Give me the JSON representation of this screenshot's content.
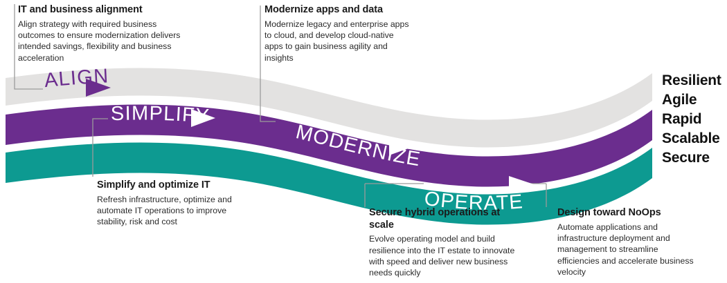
{
  "colors": {
    "align_band": "#E3E2E1",
    "simplify_band": "#6B2D8E",
    "operate_band": "#0D9A91",
    "align_label": "#6B2D8E",
    "white_label": "#FFFFFF",
    "leader_line": "#9B9B9B",
    "text": "#1B1B1B"
  },
  "bands": [
    {
      "id": "align",
      "label": "ALIGN",
      "arrow": "triangle-right-icon",
      "label_color": "#6B2D8E",
      "band_color": "#E3E2E1"
    },
    {
      "id": "simplify",
      "label": "SIMPLIFY",
      "arrow": "triangle-right-icon",
      "label_color": "#FFFFFF",
      "band_color": "#6B2D8E"
    },
    {
      "id": "modernize",
      "label": "MODERNIZE",
      "arrow": "triangle-right-icon",
      "label_color": "#FFFFFF",
      "band_color": "#6B2D8E"
    },
    {
      "id": "operate",
      "label": "OPERATE",
      "arrow": "triangle-right-icon",
      "label_color": "#FFFFFF",
      "band_color": "#0D9A91"
    }
  ],
  "callouts": {
    "align": {
      "title": "IT and business alignment",
      "body": "Align strategy with required business outcomes to ensure modernization delivers intended savings, flexibility and business acceleration"
    },
    "modernize": {
      "title": "Modernize apps and data",
      "body": "Modernize legacy and enterprise apps to cloud, and develop cloud-native apps to gain business agility and insights"
    },
    "simplify": {
      "title": "Simplify and optimize IT",
      "body": "Refresh infrastructure, optimize and automate IT operations to improve stability, risk and cost"
    },
    "secure": {
      "title": "Secure hybrid operations at scale",
      "body": "Evolve operating model and build resilience into the IT estate to innovate with speed and deliver new business needs quickly"
    },
    "noops": {
      "title": "Design toward NoOps",
      "body": "Automate applications and infrastructure deployment and management to streamline efficiencies and accelerate business velocity"
    }
  },
  "outcomes": [
    "Resilient",
    "Agile",
    "Rapid",
    "Scalable",
    "Secure"
  ]
}
